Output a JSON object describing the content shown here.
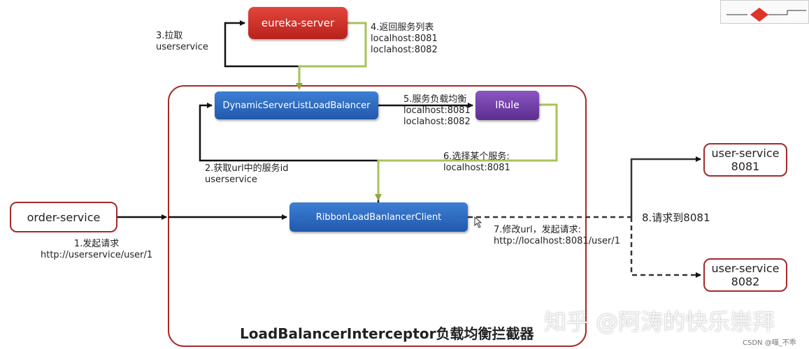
{
  "nodes": {
    "eureka_server": "eureka-server",
    "dynamic_lb": "DynamicServerListLoadBalancer",
    "irule": "IRule",
    "ribbon_client": "RibbonLoadBanlancerClient",
    "order_service": "order-service",
    "user_service_8081": "user-service\n8081",
    "user_service_8082": "user-service\n8082"
  },
  "region_title": "LoadBalancerInterceptor负载均衡拦截器",
  "steps": {
    "s1": "1.发起请求\nhttp://userservice/user/1",
    "s2": "2.获取url中的服务id\nuserservice",
    "s3": "3.拉取\nuserservice",
    "s4": "4.返回服务列表\nlocalhost:8081\nloclahost:8082",
    "s5": "5.服务负载均衡\nlocalhost:8081\nloclahost:8082",
    "s6": "6.选择某个服务:\nlocalhost:8081",
    "s7": "7.修改url，发起请求:\nhttp://localhost:8081/user/1",
    "s8": "8.请求到8081"
  },
  "watermark": {
    "main": "知乎 @阿涛的快乐崇拜",
    "small": "CSDN @喵_不乖"
  },
  "colors": {
    "blue_node": "#2c68c0",
    "red_node": "#d12f27",
    "purple_node": "#6f3fa5",
    "region_border": "#a42a2a",
    "green_arrow": "#a9c25a",
    "black_arrow": "#111111"
  }
}
